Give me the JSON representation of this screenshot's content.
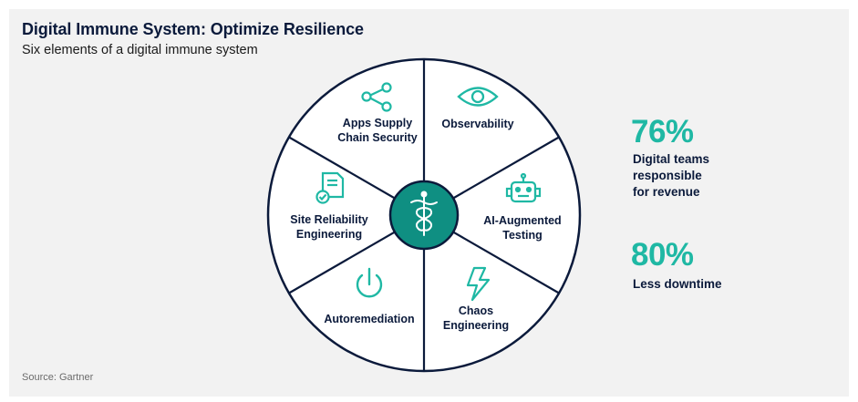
{
  "header": {
    "title": "Digital Immune System: Optimize Resilience",
    "subtitle": "Six elements of a digital immune system"
  },
  "diagram": {
    "center_icon": "caduceus-icon",
    "segments": [
      {
        "id": "apps-supply-chain-security",
        "lines": [
          "Apps Supply",
          "Chain Security"
        ],
        "icon": "share-nodes-icon"
      },
      {
        "id": "observability",
        "lines": [
          "Observability"
        ],
        "icon": "eye-icon"
      },
      {
        "id": "ai-augmented-testing",
        "lines": [
          "AI-Augmented",
          "Testing"
        ],
        "icon": "robot-icon"
      },
      {
        "id": "chaos-engineering",
        "lines": [
          "Chaos",
          "Engineering"
        ],
        "icon": "lightning-icon"
      },
      {
        "id": "autoremediation",
        "lines": [
          "Autoremediation"
        ],
        "icon": "power-icon"
      },
      {
        "id": "site-reliability-engineering",
        "lines": [
          "Site Reliability",
          "Engineering"
        ],
        "icon": "document-check-icon"
      }
    ]
  },
  "stats": [
    {
      "value": "76%",
      "lines": [
        "Digital teams",
        "responsible",
        "for revenue"
      ]
    },
    {
      "value": "80%",
      "lines": [
        "Less downtime"
      ]
    }
  ],
  "source": "Source: Gartner",
  "colors": {
    "teal": "#1fb8a4",
    "center": "#0f8f82",
    "navy": "#0b1a3b",
    "background": "#f2f2f2"
  }
}
